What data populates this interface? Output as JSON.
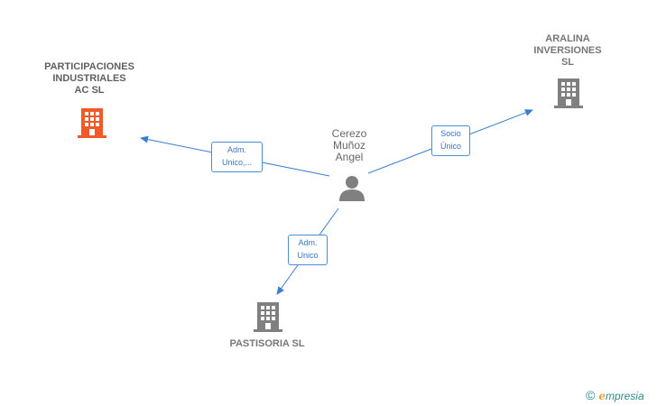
{
  "colors": {
    "edge": "#3a7fd0",
    "company": "#808080",
    "company_highlight": "#f05a28",
    "person": "#808080"
  },
  "nodes": {
    "participaciones": "PARTICIPACIONES\nINDUSTRIALES\nAC  SL",
    "aralina": "ARALINA\nINVERSIONES\nSL",
    "person": "Cerezo\nMuñoz\nAngel",
    "pastisoria": "PASTISORIA SL"
  },
  "edges": {
    "to_participaciones": "Adm.\nUnico,...",
    "to_aralina": "Socio\nÚnico",
    "to_pastisoria": "Adm.\nUnico"
  },
  "footer": {
    "copyright": "©",
    "brand_initial": "e",
    "brand_rest": "mpresia"
  }
}
